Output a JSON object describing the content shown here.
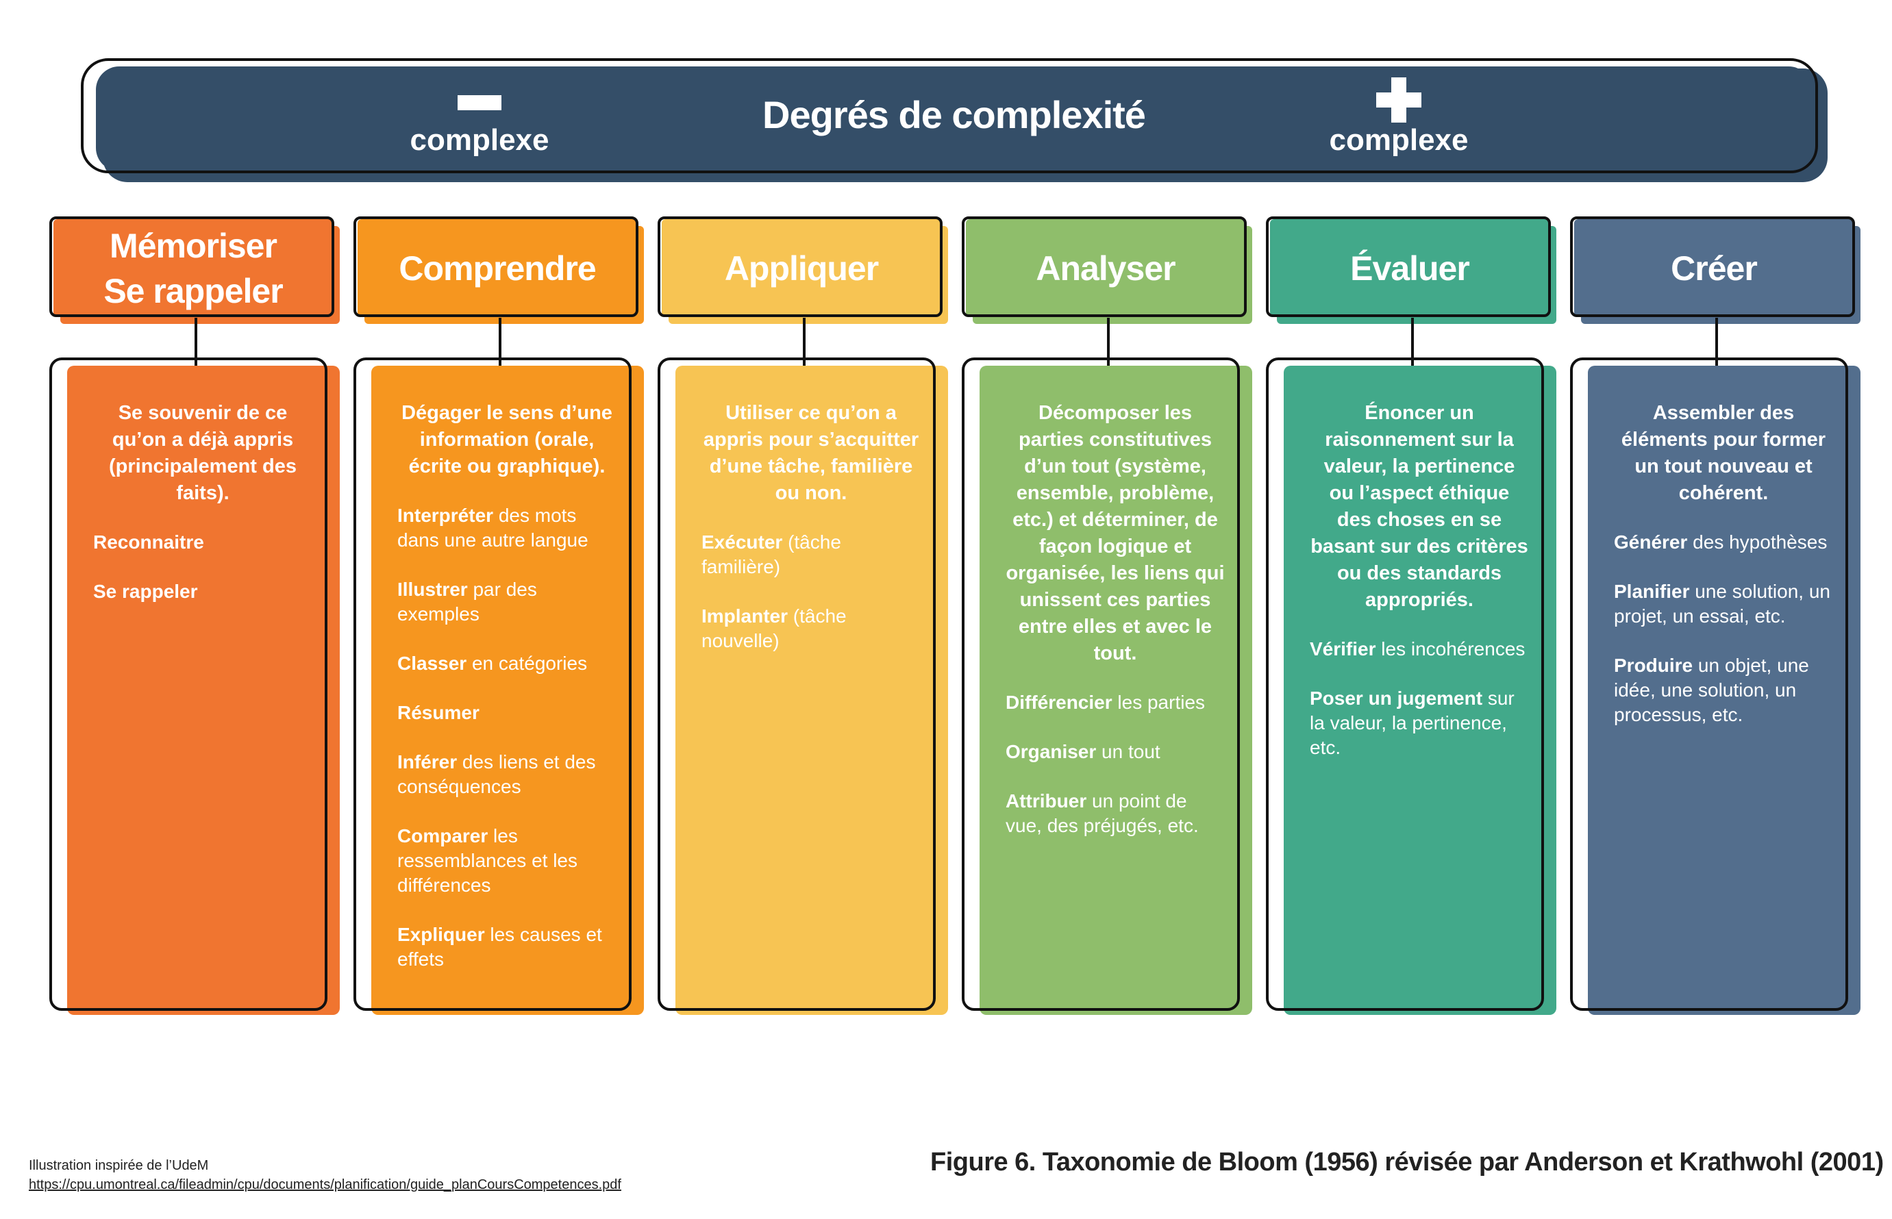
{
  "banner": {
    "title": "Degrés de complexité",
    "left_label": "complexe",
    "right_label": "complexe",
    "left_icon": "minus-icon",
    "right_icon": "plus-icon",
    "color": "#344e68"
  },
  "columns": [
    {
      "header": "Mémoriser\nSe rappeler",
      "color": "#f07530",
      "summary": "Se souvenir de ce qu’on a déjà appris (principalement des faits).",
      "items": [
        {
          "verb": "Reconnaitre",
          "rest": ""
        },
        {
          "verb": "Se rappeler",
          "rest": ""
        }
      ]
    },
    {
      "header": "Comprendre",
      "color": "#f6961f",
      "summary": "Dégager le sens d’une information (orale, écrite ou graphique).",
      "items": [
        {
          "verb": "Interpréter",
          "rest": " des mots dans une autre langue"
        },
        {
          "verb": "Illustrer",
          "rest": " par des exemples"
        },
        {
          "verb": "Classer",
          "rest": " en catégories"
        },
        {
          "verb": "Résumer",
          "rest": ""
        },
        {
          "verb": "Inférer",
          "rest": " des liens et des conséquences"
        },
        {
          "verb": "Comparer",
          "rest": " les ressemblances et les différences"
        },
        {
          "verb": "Expliquer",
          "rest": " les causes et effets"
        }
      ]
    },
    {
      "header": "Appliquer",
      "color": "#f7c453",
      "summary": "Utiliser ce qu’on a appris pour s’acquitter d’une tâche, familière ou non.",
      "items": [
        {
          "verb": "Exécuter",
          "rest": " (tâche familière)"
        },
        {
          "verb": "Implanter",
          "rest": " (tâche nouvelle)"
        }
      ]
    },
    {
      "header": "Analyser",
      "color": "#8fbe6b",
      "summary": "Décomposer les parties constitutives d’un tout (système, ensemble, problème, etc.) et déterminer, de façon logique et organisée, les liens qui unissent ces parties entre elles et avec le tout.",
      "items": [
        {
          "verb": "Différencier",
          "rest": " les parties"
        },
        {
          "verb": "Organiser",
          "rest": " un tout"
        },
        {
          "verb": "Attribuer",
          "rest": " un point de vue, des préjugés, etc."
        }
      ]
    },
    {
      "header": "Évaluer",
      "color": "#42a98a",
      "summary": "Énoncer un raisonnement sur la valeur, la pertinence ou l’aspect éthique des choses en se basant sur des critères ou des standards appropriés.",
      "items": [
        {
          "verb": "Vérifier",
          "rest": " les incohérences"
        },
        {
          "verb": "Poser un jugement",
          "rest": " sur la valeur, la pertinence, etc."
        }
      ]
    },
    {
      "header": "Créer",
      "color": "#536e8d",
      "summary": "Assembler des éléments pour former un tout nouveau et cohérent.",
      "items": [
        {
          "verb": "Générer",
          "rest": " des hypothèses"
        },
        {
          "verb": "Planifier",
          "rest": " une solution, un projet, un essai, etc."
        },
        {
          "verb": "Produire",
          "rest": " un objet, une idée, une solution, un processus, etc."
        }
      ]
    }
  ],
  "footer": {
    "credit": "Illustration inspirée de l’UdeM",
    "url": "https://cpu.umontreal.ca/fileadmin/cpu/documents/planification/guide_planCoursCompetences.pdf",
    "caption": "Figure 6.  Taxonomie de Bloom (1956) révisée par Anderson et Krathwohl (2001)"
  }
}
